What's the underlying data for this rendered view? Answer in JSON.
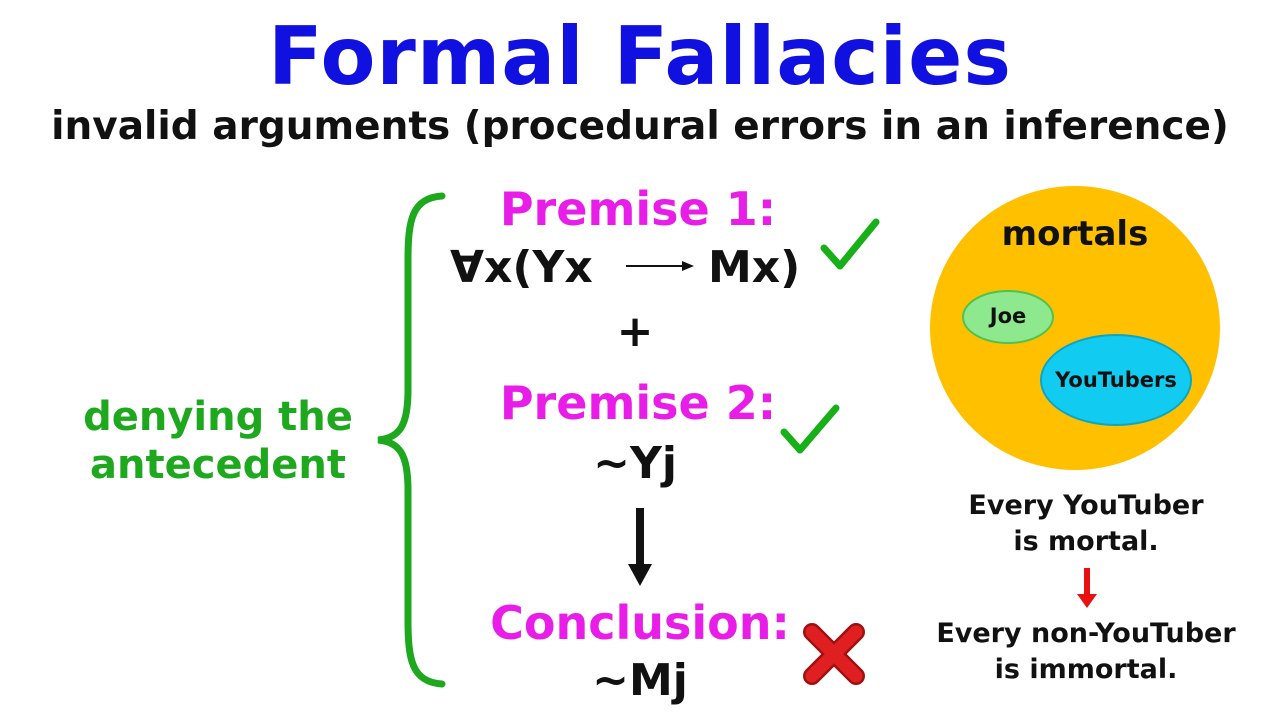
{
  "header": {
    "title": "Formal Fallacies",
    "subtitle": "invalid arguments (procedural errors in an inference)"
  },
  "fallacy_name": {
    "line1": "denying the",
    "line2": "antecedent"
  },
  "argument": {
    "premise1_label": "Premise 1:",
    "premise1_formula_left": "∀x(Yx",
    "premise1_formula_right": "Mx)",
    "plus": "+",
    "premise2_label": "Premise 2:",
    "premise2_formula": "~Yj",
    "conclusion_label": "Conclusion:",
    "conclusion_formula": "~Mj"
  },
  "venn": {
    "outer_label": "mortals",
    "inner_a_label": "Joe",
    "inner_b_label": "YouTubers"
  },
  "notes": {
    "valid_line1": "Every YouTuber",
    "valid_line2": "is mortal.",
    "invalid_line1": "Every non-YouTuber",
    "invalid_line2": "is immortal."
  },
  "colors": {
    "title": "#1010e0",
    "premise": "#e81ee8",
    "fallacy": "#1ea81e",
    "venn_outer": "#ffc000",
    "joe": "#8ee88e",
    "youtubers": "#11cbf0",
    "check": "#18b018",
    "cross": "#e02020",
    "arrow_red": "#e81010"
  }
}
